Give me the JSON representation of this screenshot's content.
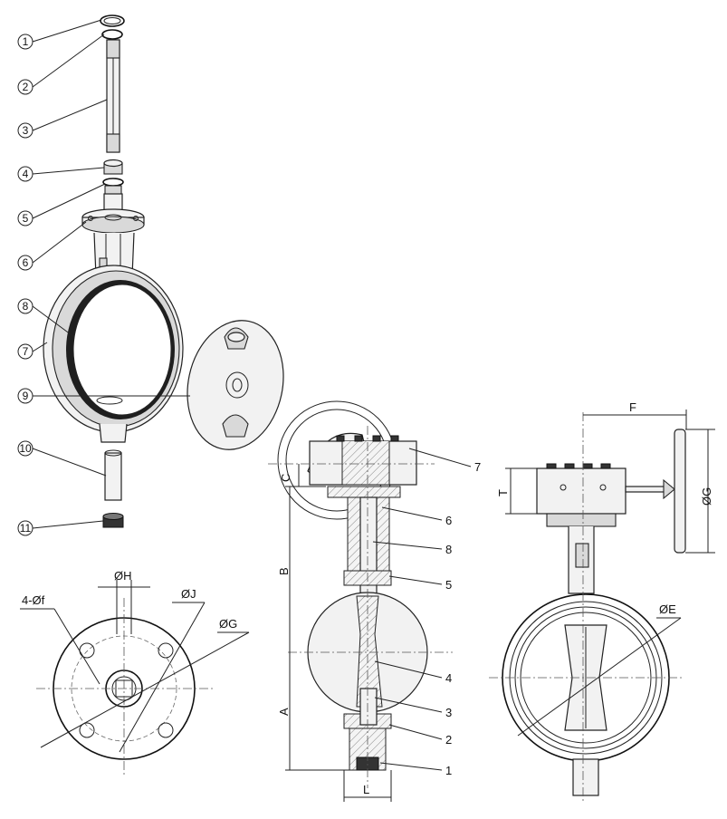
{
  "exploded_view": {
    "callouts": [
      "1",
      "2",
      "3",
      "4",
      "5",
      "6",
      "7",
      "8",
      "9",
      "10",
      "11"
    ]
  },
  "top_flange_view": {
    "labels": {
      "H": "ØH",
      "J": "ØJ",
      "G": "ØG",
      "f": "4-Øf"
    }
  },
  "section_view": {
    "dimensions": {
      "C": "C",
      "B": "B",
      "A": "A",
      "L": "L"
    },
    "parts": [
      "7",
      "6",
      "8",
      "5",
      "4",
      "3",
      "2",
      "1"
    ]
  },
  "side_view": {
    "dimensions": {
      "F": "F",
      "T": "T",
      "G": "ØG",
      "E": "ØE"
    }
  }
}
